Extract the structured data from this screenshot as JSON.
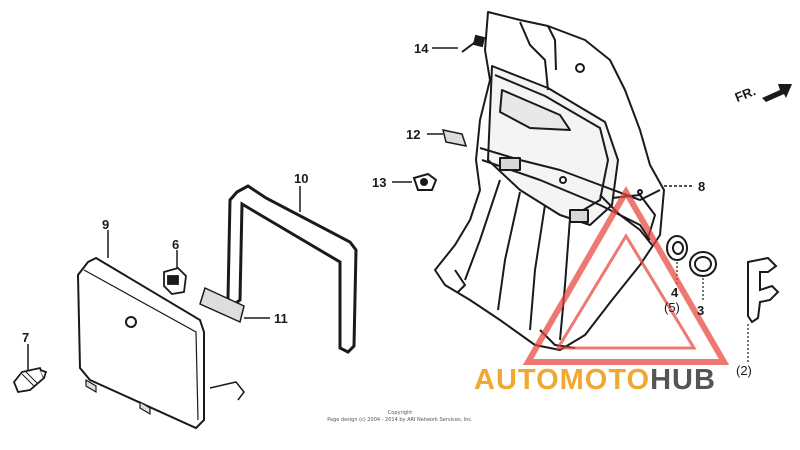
{
  "labels": {
    "n14": "14",
    "n12": "12",
    "n13": "13",
    "n10": "10",
    "n8": "8",
    "n9": "9",
    "n6": "6",
    "n11": "11",
    "n7": "7",
    "n4": "4",
    "n5": "(5)",
    "n3": "3",
    "n2": "(2)"
  },
  "direction": "FR.",
  "copyright": {
    "line1": "Copyright",
    "line2": "Page design (c) 2004 - 2014 by ARI Network Services, Inc."
  },
  "watermark": {
    "part1": "AUTOMOTO",
    "part2": "HUB",
    "color_primary": "#f0a830",
    "color_secondary": "#555555",
    "triangle_color": "#e8453c"
  }
}
